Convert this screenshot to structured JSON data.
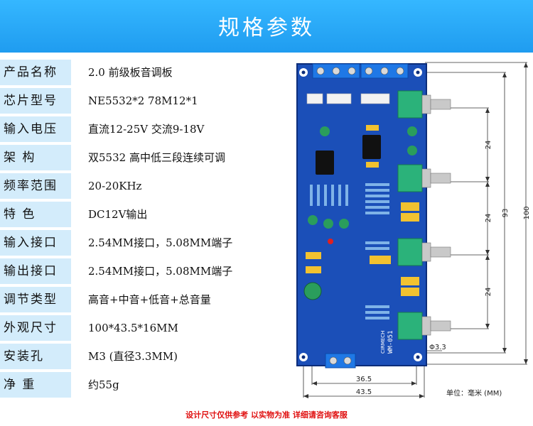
{
  "banner": {
    "title": "规格参数",
    "color": "#2aa8f7"
  },
  "specs": [
    {
      "label": "产品名称",
      "value": "2.0  前级板音调板"
    },
    {
      "label": "芯片型号",
      "value": "NE5532*2   78M12*1"
    },
    {
      "label": "输入电压",
      "value": "直流12-25V  交流9-18V"
    },
    {
      "label": "架    构",
      "value": "双5532  高中低三段连续可调"
    },
    {
      "label": "频率范围",
      "value": "20-20KHz"
    },
    {
      "label": "特    色",
      "value": "DC12V输出"
    },
    {
      "label": "输入接口",
      "value": "2.54MM接口，5.08MM端子"
    },
    {
      "label": "输出接口",
      "value": "2.54MM接口，5.08MM端子"
    },
    {
      "label": "调节类型",
      "value": "高音+中音+低音+总音量"
    },
    {
      "label": "外观尺寸",
      "value": "100*43.5*16MM"
    },
    {
      "label": "安装孔",
      "value": "M3 (直径3.3MM)"
    },
    {
      "label": "净    重",
      "value": "约55g"
    }
  ],
  "dimensions": {
    "spacing_1": "24",
    "spacing_2": "24",
    "spacing_3": "24",
    "inner_height": "93",
    "total_height": "100",
    "hole_width": "36.5",
    "total_width": "43.5",
    "hole_diameter": "Φ3.3",
    "unit": "单位：毫米 (MM)"
  },
  "board": {
    "silk_text": "WM-051",
    "brand": "CIRMECH"
  },
  "footnote": "设计尺寸仅供参考  以实物为准  详细请咨询客服",
  "colors": {
    "label_bg": "#d3ecfb",
    "pcb": "#1b4fb8",
    "footnote": "#e01010"
  }
}
